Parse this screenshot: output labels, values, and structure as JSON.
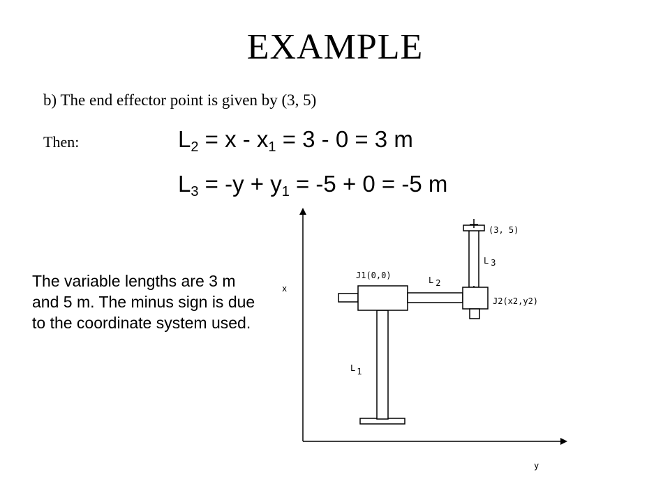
{
  "slide": {
    "title": "EXAMPLE",
    "given": "b) The end effector point is given by (3, 5)",
    "then_label": "Then:",
    "eq1": {
      "lhs": "L",
      "lhs_sub": "2",
      "mid": " = x - x",
      "mid_sub": "1",
      "rhs": " = 3 - 0 = 3 m"
    },
    "eq2": {
      "lhs": "L",
      "lhs_sub": "3",
      "mid": " = -y + y",
      "mid_sub": "1",
      "rhs": " = -5 + 0 = -5 m"
    },
    "note": "The variable lengths are 3 m and 5 m. The minus sign is due to the coordinate system used."
  },
  "diagram": {
    "x_axis_label": "x",
    "y_axis_label": "y",
    "end_point_label": "(3, 5)",
    "j1_label": "J1(0,0)",
    "j2_label": "J2(x2,y2)",
    "l1": {
      "base": "L",
      "sub": "1"
    },
    "l2": {
      "base": "L",
      "sub": "2"
    },
    "l3": {
      "base": "L",
      "sub": "3"
    }
  }
}
